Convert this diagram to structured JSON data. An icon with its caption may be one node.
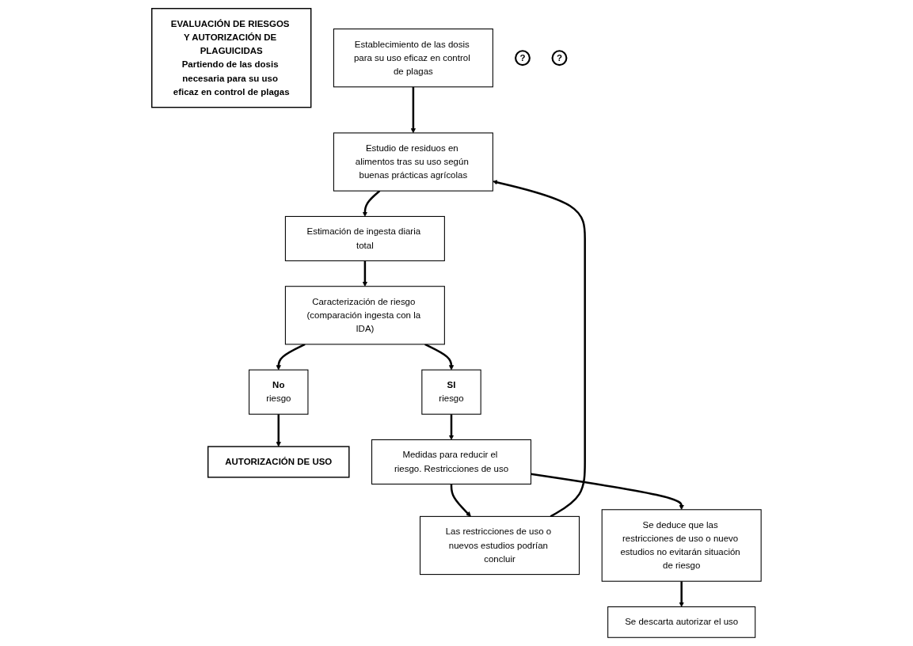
{
  "diagram": {
    "nodes": [
      {
        "text": [
          "EVALUACIÓN DE RIESGOS Y AUTORIZACIÓN DE PLAGUICIDAS",
          "Partiendo de las dosis necesaria para su uso eficaz en control de plagas"
        ]
      },
      {
        "text": [
          "Establecimiento de las dosis para su uso eficaz en control de plagas"
        ]
      },
      {
        "text": [
          "Estudio de residuos en alimentos tras su uso según buenas prácticas agrícolas"
        ]
      },
      {
        "text": [
          "Estimación de ingesta diaria total"
        ]
      },
      {
        "text": [
          "Caracterización de riesgo (comparación ingesta con la IDA)"
        ]
      },
      {
        "text": [
          "?"
        ]
      },
      {
        "text": [
          "SI",
          "riesgo"
        ]
      },
      {
        "text": [
          "No",
          "riesgo"
        ]
      },
      {
        "text": [
          "AUTORIZACIÓN DE USO"
        ]
      },
      {
        "text": [
          "Medidas para reducir el riesgo. Restricciones de uso"
        ]
      },
      {
        "text": [
          "?"
        ]
      },
      {
        "text": [
          "Las restricciones de uso o nuevos estudios podrían concluir"
        ]
      },
      {
        "text": [
          "Se deduce que las restricciones de uso o nuevo estudios no evitarán situación de riesgo"
        ]
      },
      {
        "text": [
          "Se descarta autorizar el uso"
        ]
      }
    ],
    "edges": [
      {
        "from": 1,
        "to": 2,
        "arrow": "to"
      },
      {
        "from": 2,
        "to": 3,
        "arrow": "to"
      },
      {
        "from": 3,
        "to": 4,
        "arrow": "to"
      },
      {
        "from": 4,
        "to": 6,
        "arrow": "to"
      },
      {
        "from": 4,
        "to": 7,
        "arrow": "to"
      },
      {
        "from": 7,
        "to": 8,
        "arrow": "to"
      },
      {
        "from": 6,
        "to": 9,
        "arrow": "to"
      },
      {
        "from": 9,
        "to": 11,
        "arrow": "to"
      },
      {
        "from": 9,
        "to": 12,
        "arrow": "to"
      },
      {
        "from": 11,
        "to": 2,
        "arrow": "to"
      },
      {
        "from": 12,
        "to": 13,
        "arrow": "to"
      }
    ]
  }
}
